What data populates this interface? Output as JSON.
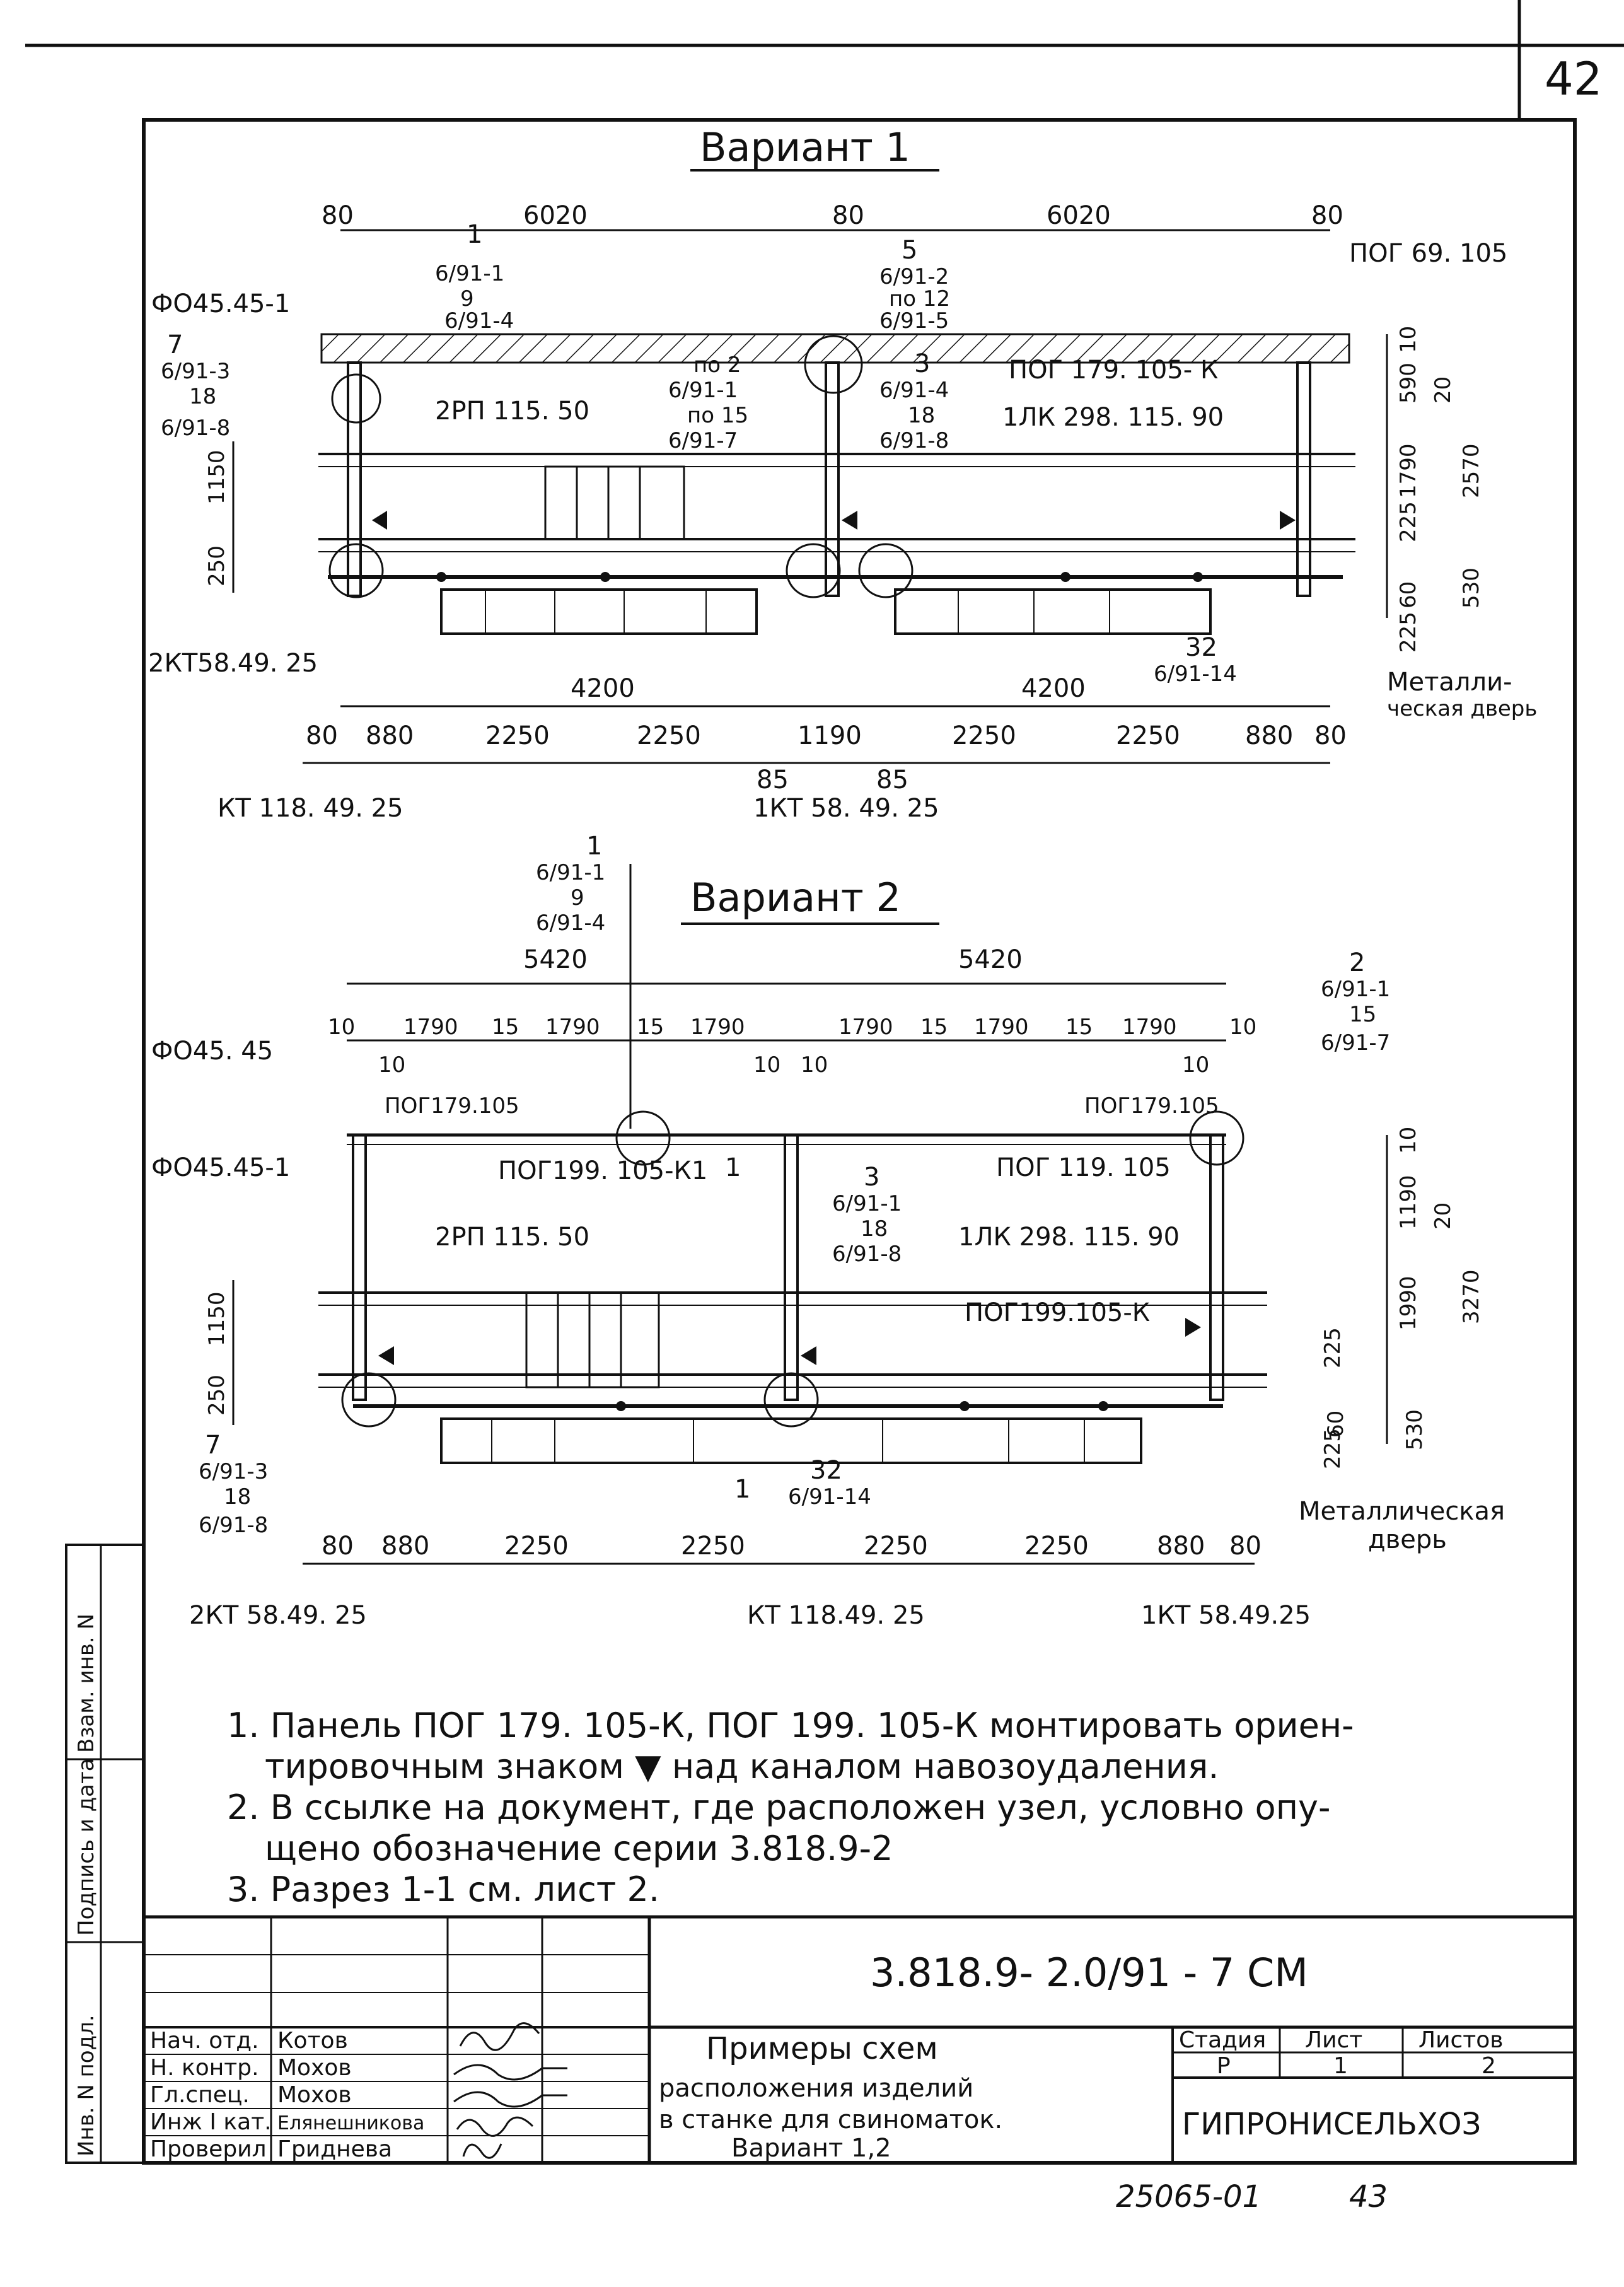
{
  "sheet_number": "42",
  "variant1": {
    "title": "Вариант 1",
    "top_dims": [
      "80",
      "6020",
      "80",
      "6020",
      "80"
    ],
    "refs": {
      "node1": "1",
      "node1_top": "6/91-1",
      "node1_mid": "9",
      "node1_bot": "6/91-4",
      "node5": "5",
      "node5_top": "6/91-2",
      "node5_mid": "по 12",
      "node5_bot": "6/91-5",
      "node7": "7",
      "node7_top": "6/91-3",
      "node7_mid": "18",
      "node7_bot": "6/91-8",
      "node2_top": "по 2",
      "node2_a": "6/91-1",
      "node2_b": "по 15",
      "node2_c": "6/91-7",
      "node3": "3",
      "node3_top": "6/91-4",
      "node3_mid": "18",
      "node3_bot": "6/91-8",
      "node32": "32",
      "node32_bot": "6/91-14"
    },
    "labels": {
      "fo": "ФО45.45-1",
      "pog69": "ПОГ 69. 105",
      "pog179": "ПОГ 179. 105- К",
      "rp": "2РП 115. 50",
      "lk": "1ЛК 298. 115. 90",
      "kt_left": "2КТ58.49. 25",
      "kt_mid": "КТ 118. 49. 25",
      "kt_right": "1КТ 58. 49. 25",
      "door": "Металли-\nческая дверь"
    },
    "right_dims": [
      "10",
      "590",
      "20",
      "1790",
      "2570",
      "225",
      "60",
      "530",
      "225"
    ],
    "left_dims": [
      "1150",
      "250"
    ],
    "mid_dims": [
      "4200",
      "4200"
    ],
    "bottom_dims": [
      "80",
      "880",
      "2250",
      "2250",
      "1190",
      "2250",
      "2250",
      "880",
      "80"
    ],
    "gap_dims": [
      "85",
      "85"
    ]
  },
  "variant2": {
    "title": "Вариант 2",
    "callout1": {
      "num": "1",
      "top": "6/91-1",
      "mid": "9",
      "bot": "6/91-4"
    },
    "top_dims_big": [
      "5420",
      "5420"
    ],
    "top_dims": [
      "10",
      "1790",
      "15",
      "1790",
      "15",
      "1790",
      "1790",
      "15",
      "1790",
      "15",
      "1790",
      "10"
    ],
    "inner_dims": [
      "10",
      "10",
      "10",
      "10"
    ],
    "refs": {
      "node2": "2",
      "node2_top": "6/91-1",
      "node2_mid": "15",
      "node2_bot": "6/91-7",
      "node3": "3",
      "node3_top": "6/91-1",
      "node3_mid": "18",
      "node3_bot": "6/91-8",
      "node7": "7",
      "node7_top": "6/91-3",
      "node7_mid": "18",
      "node7_bot": "6/91-8",
      "node32": "32",
      "node32_bot": "6/91-14",
      "section": "1"
    },
    "labels": {
      "fo45": "ФО45. 45",
      "fo451": "ФО45.45-1",
      "pog179a": "ПОГ179.105",
      "pog179b": "ПОГ179.105",
      "pog199k1": "ПОГ199. 105-К1",
      "pog119": "ПОГ 119. 105",
      "rp": "2РП 115. 50",
      "lk": "1ЛК 298. 115. 90",
      "pog199k": "ПОГ199.105-К",
      "kt_left": "2КТ 58.49. 25",
      "kt_mid": "КТ 118.49. 25",
      "kt_right": "1КТ 58.49.25",
      "door": "Металлическая\nдверь"
    },
    "right_dims": [
      "10",
      "1190",
      "20",
      "1990",
      "3270",
      "225",
      "60",
      "530",
      "225"
    ],
    "left_dims": [
      "1150",
      "250"
    ],
    "bottom_dims": [
      "80",
      "880",
      "2250",
      "2250",
      "2250",
      "2250",
      "880",
      "80"
    ]
  },
  "notes": [
    "1. Панель ПОГ 179. 105-К, ПОГ 199. 105-К монтировать ориен-",
    "тировочным знаком ▼ над каналом навозоудаления.",
    "2. В ссылке на документ, где расположен узел, условно опу-",
    "щено обозначение серии 3.818.9-2",
    "3. Разрез 1-1 см. лист 2."
  ],
  "side_stamp": [
    "Инв. N подл.",
    "Подпись и дата",
    "Взам. инв. N"
  ],
  "title_block": {
    "code": "3.818.9- 2.0/91 - 7 СМ",
    "roles": [
      "Нач. отд.",
      "Н. контр.",
      "Гл.спец.",
      "Инж I кат.",
      "Проверил"
    ],
    "names": [
      "Котов",
      "Мохов",
      "Мохов",
      "Елянешникова",
      "Гриднева"
    ],
    "title_lines": [
      "Примеры схем",
      "расположения изделий",
      "в станке для свиноматок.",
      "Вариант 1,2"
    ],
    "stage_label": "Стадия",
    "sheet_label": "Лист",
    "sheets_label": "Листов",
    "stage": "Р",
    "sheet": "1",
    "sheets": "2",
    "org": "ГИПРОНИСЕЛЬХОЗ"
  },
  "footer": {
    "archive": "25065-01",
    "page": "43"
  }
}
